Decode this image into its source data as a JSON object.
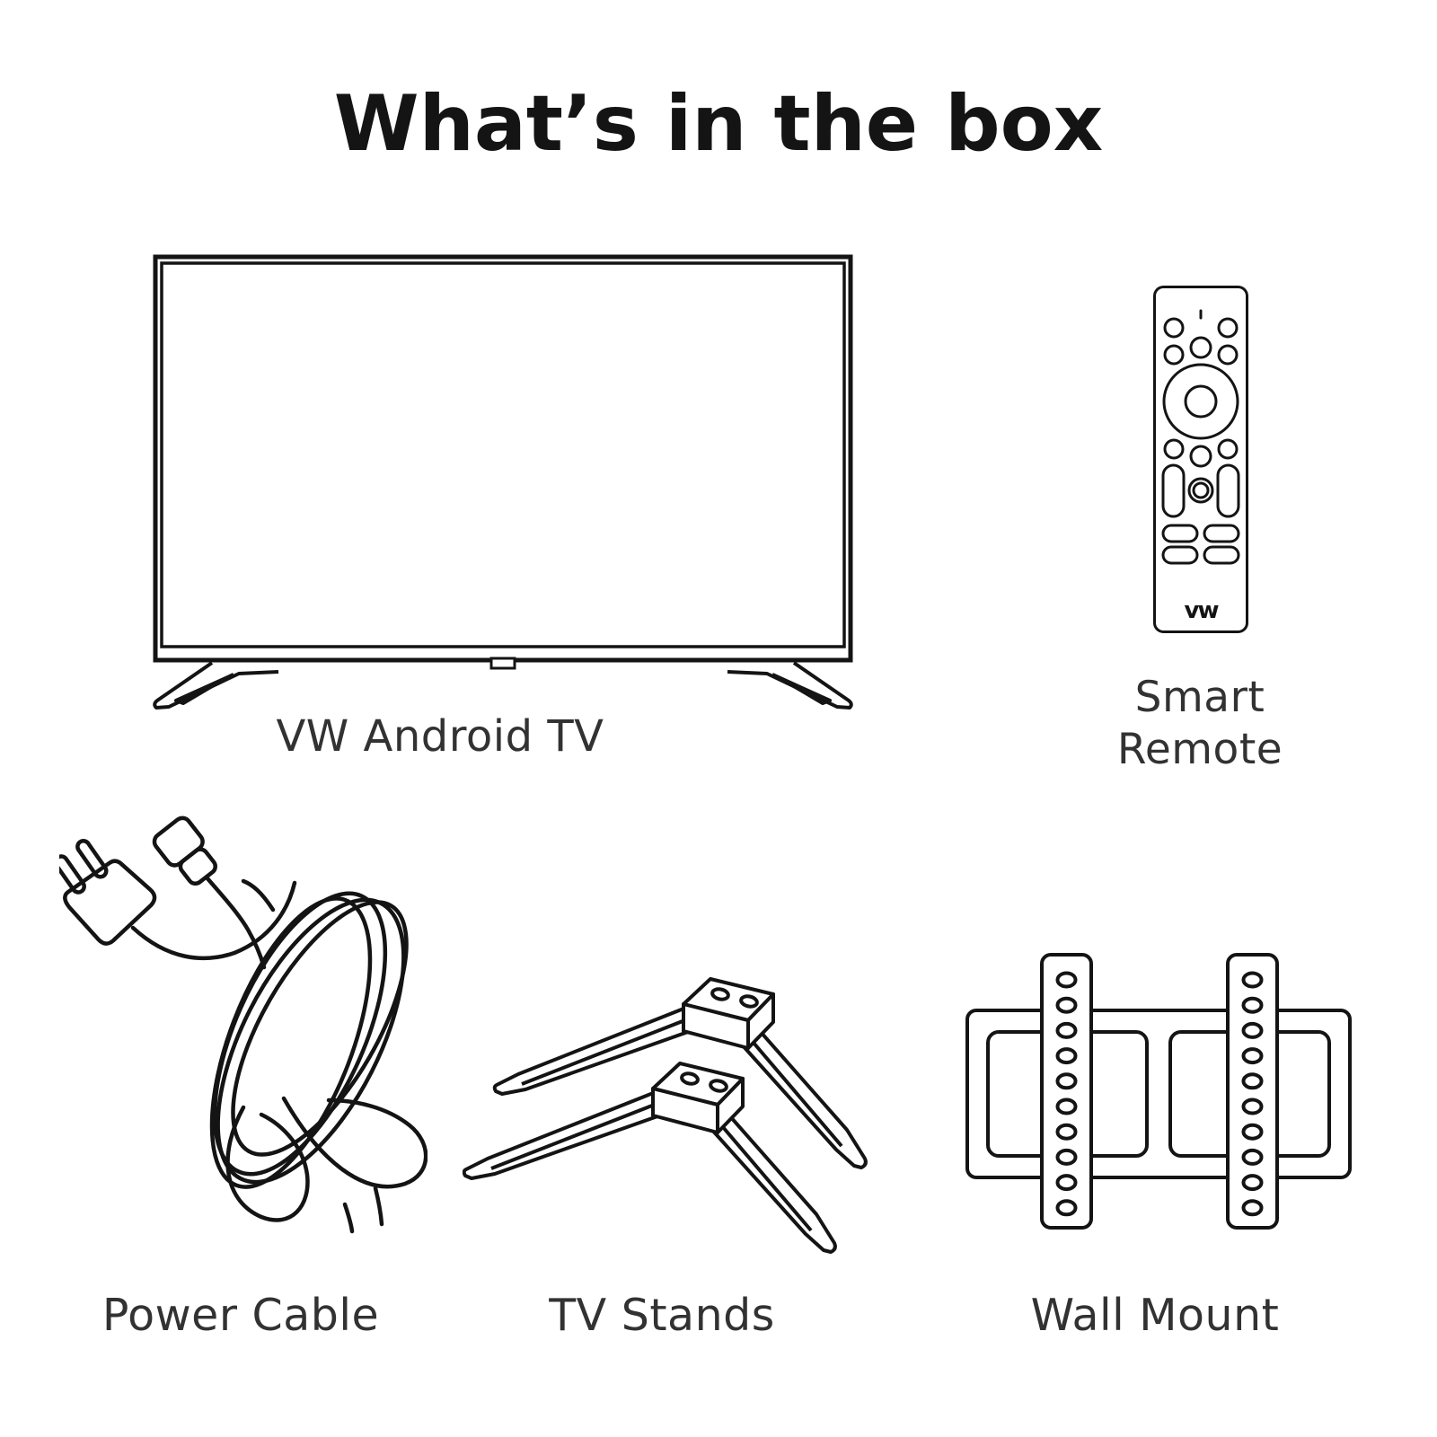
{
  "page": {
    "title": "What’s in the box"
  },
  "colors": {
    "background": "#ffffff",
    "line": "#141414",
    "label_text": "#323232",
    "title_text": "#141414"
  },
  "items": {
    "tv": {
      "label": "VW Android TV"
    },
    "remote": {
      "label_line1": "Smart",
      "label_line2": "Remote",
      "logo_text": "vw"
    },
    "power_cable": {
      "label": "Power Cable"
    },
    "tv_stands": {
      "label": "TV Stands"
    },
    "wall_mount": {
      "label": "Wall Mount"
    }
  }
}
